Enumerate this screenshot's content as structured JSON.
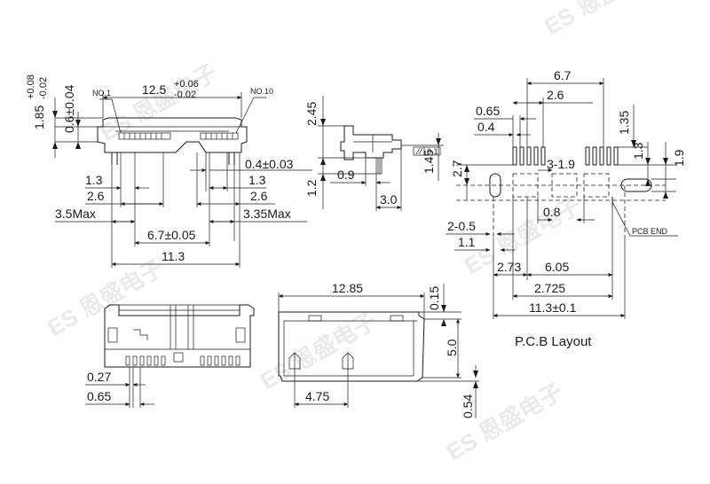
{
  "front": {
    "dim_width": "12.5",
    "dim_width_tol_upper": "+0.06",
    "dim_width_tol_lower": "-0.02",
    "no1": "NO.1",
    "no10": "NO.10",
    "dim_height": "1.85",
    "dim_height_tol_upper": "+0.08",
    "dim_height_tol_lower": "-0.02",
    "dim_height2": "0.6±0.04",
    "dim_pin_w": "0.4±0.03",
    "dim_1_3_left": "1.3",
    "dim_1_3_right": "1.3",
    "dim_2_6_left": "2.6",
    "dim_2_6_right": "2.6",
    "dim_35max": "3.5Max",
    "dim_335max": "3.35Max",
    "dim_67": "6.7±0.05",
    "dim_113": "11.3"
  },
  "side": {
    "dim_245": "2.45",
    "dim_145": "1.45",
    "dim_12": "1.2",
    "dim_09": "0.9",
    "dim_30": "3.0",
    "flatness": "0.1"
  },
  "pcb": {
    "title": "P.C.B Layout",
    "dim_67": "6.7",
    "dim_26": "2.6",
    "dim_065": "0.65",
    "dim_04": "0.4",
    "dim_135": "1.35",
    "dim_13": "1.3",
    "dim_19": "1.9",
    "dim_27": "2.7",
    "dim_3_19": "3-1.9",
    "dim_08": "0.8",
    "dim_2_05": "2-0.5",
    "dim_11": "1.1",
    "dim_273": "2.73",
    "dim_605": "6.05",
    "dim_2725": "2.725",
    "dim_113": "11.3±0.1",
    "pcb_end": "PCB END"
  },
  "bottom": {
    "dim_027": "0.27",
    "dim_065": "0.65"
  },
  "top": {
    "dim_1285": "12.85",
    "dim_015": "0.15",
    "dim_50": "5.0",
    "dim_054": "0.54",
    "dim_475": "4.75"
  },
  "watermark": "ES 恩盛电子"
}
